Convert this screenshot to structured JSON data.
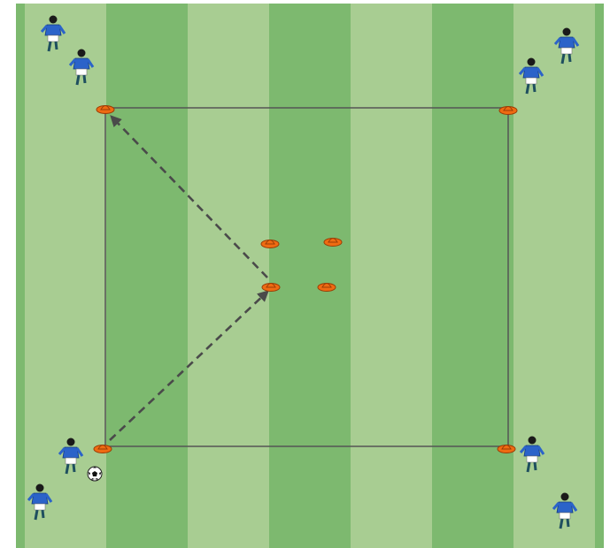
{
  "pitch": {
    "stripe_colors": [
      "#7db96f",
      "#a8cd92"
    ],
    "line_color": "#555555"
  },
  "cones": {
    "color": "#ef6b12",
    "outline": "#9a3d06",
    "count": 8
  },
  "players": {
    "shirt_color": "#2b63c9",
    "shorts_color": "#ffffff",
    "socks_color": "#1f4f5f",
    "count": 8
  },
  "ball": {
    "icon": "soccer-ball-icon"
  },
  "arrows": {
    "style": "dashed",
    "color": "#4a4a4a",
    "count": 2
  }
}
